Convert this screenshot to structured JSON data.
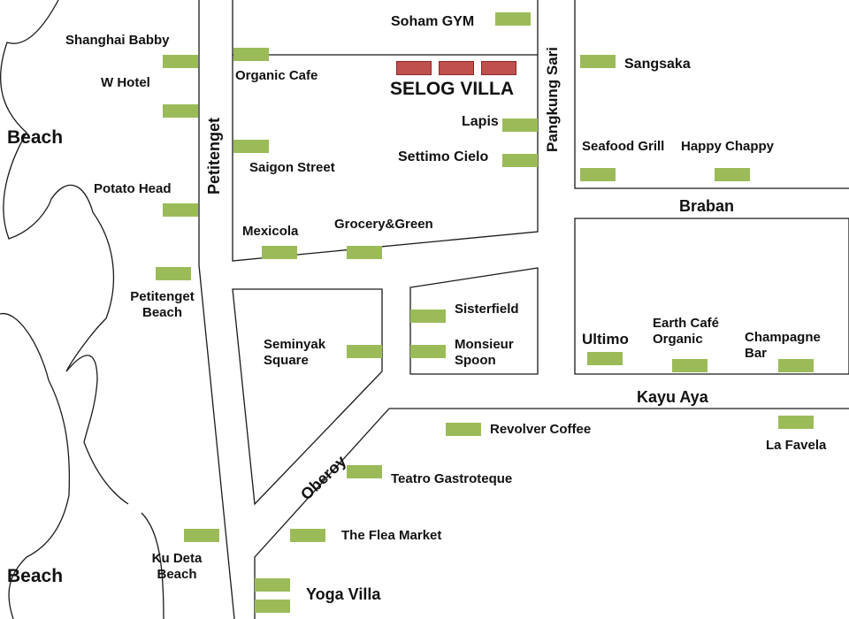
{
  "colors": {
    "marker": "#9bbb59",
    "villa": "#c0504d",
    "line": "#1a1a1a"
  },
  "beaches": {
    "top": "Beach",
    "bottom": "Beach",
    "petitenget": "Petitenget\nBeach",
    "ku_deta": "Ku Deta\nBeach"
  },
  "streets": {
    "petitenget": "Petitenget",
    "pangkung_sari": "Pangkung Sari",
    "braban": "Braban",
    "kayu_aya": "Kayu Aya",
    "oberoy": "Oberoy"
  },
  "places": {
    "shanghai_babby": "Shanghai Babby",
    "w_hotel": "W Hotel",
    "potato_head": "Potato Head",
    "organic_cafe": "Organic Cafe",
    "saigon_street": "Saigon Street",
    "mexicola": "Mexicola",
    "grocery_green": "Grocery&Green",
    "soham_gym": "Soham GYM",
    "selog_villa": "SELOG VILLA",
    "lapis": "Lapis",
    "settimo_cielo": "Settimo Cielo",
    "sangsaka": "Sangsaka",
    "seafood_grill": "Seafood Grill",
    "happy_chappy": "Happy Chappy",
    "sisterfield": "Sisterfield",
    "monsieur_spoon": "Monsieur\nSpoon",
    "seminyak_square": "Seminyak\nSquare",
    "ultimo": "Ultimo",
    "earth_cafe": "Earth Café\nOrganic",
    "champagne_bar": "Champagne\nBar",
    "la_favela": "La  Favela",
    "revolver_coffee": "Revolver Coffee",
    "teatro": "Teatro Gastroteque",
    "flea_market": "The Flea Market",
    "yoga_villa": "Yoga Villa"
  }
}
